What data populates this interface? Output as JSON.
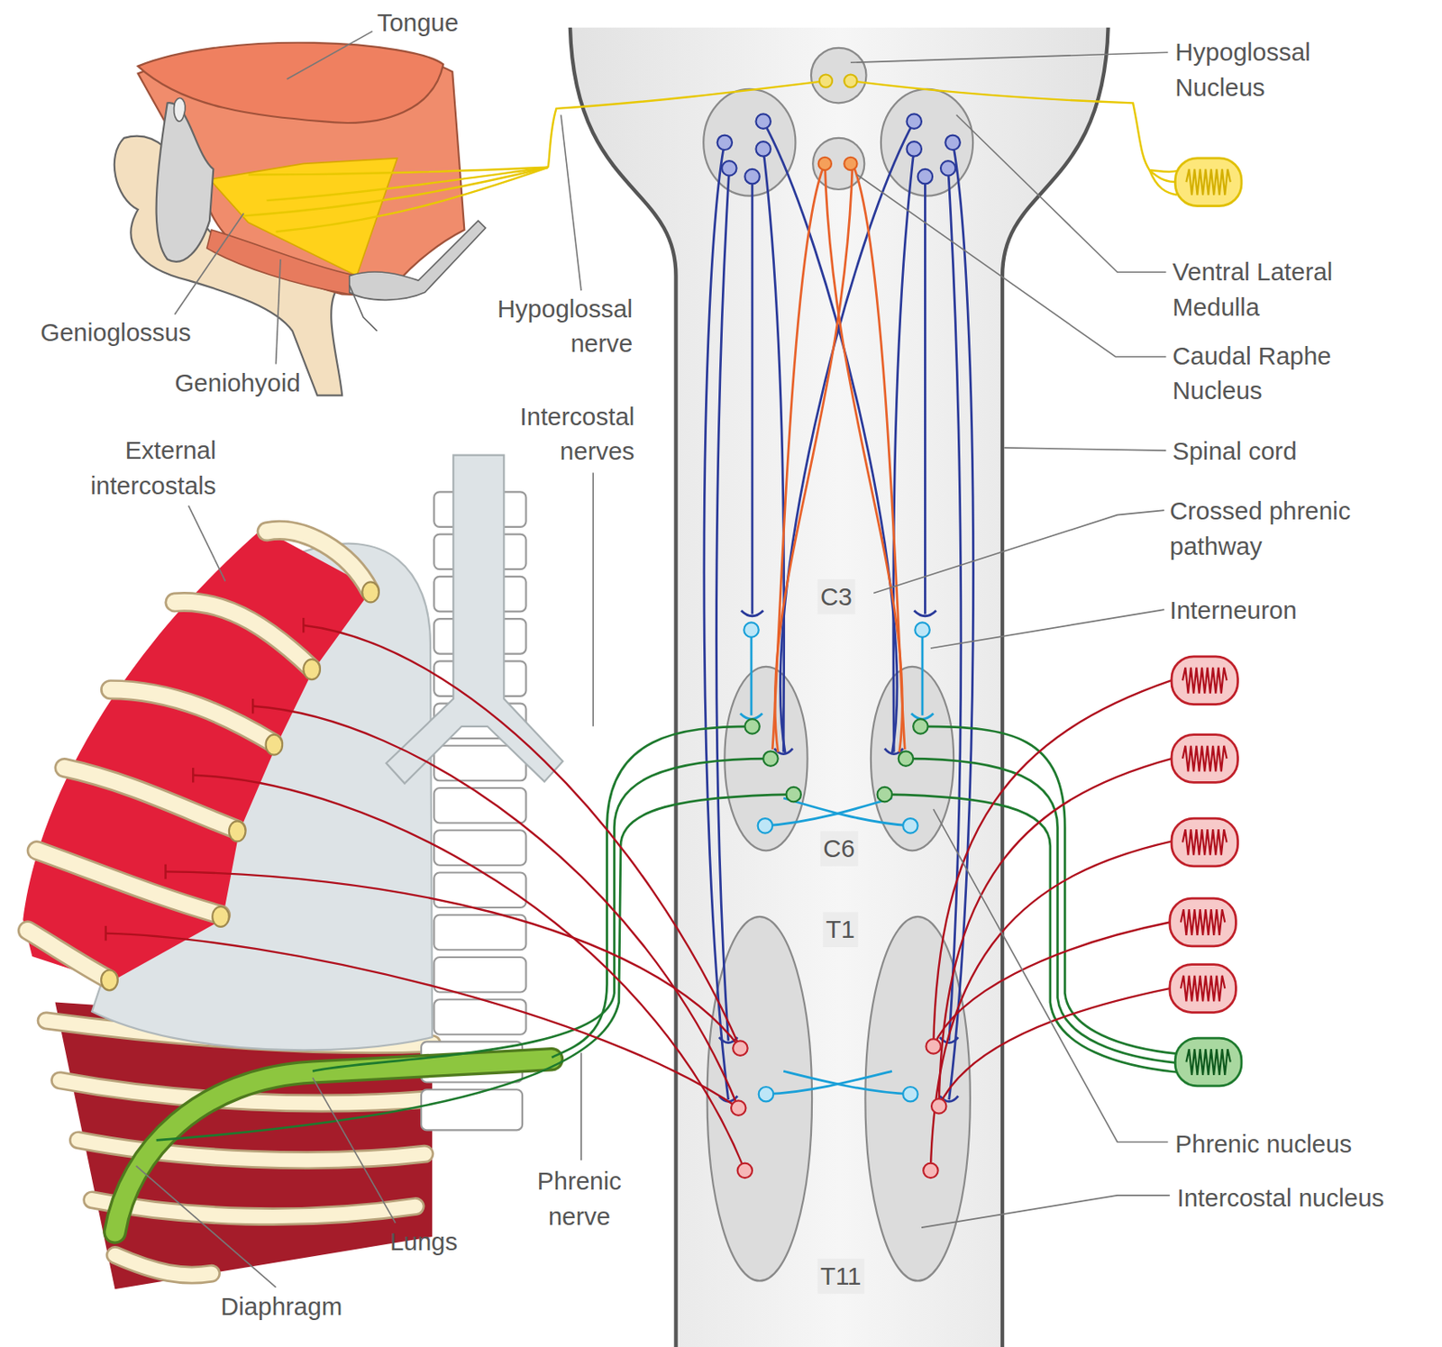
{
  "diagram": {
    "labels": [
      "Tongue",
      "Hypoglossal Nucleus",
      "Hypoglossal nerve",
      "Genioglossus",
      "Geniohyoid",
      "Ventral Lateral Medulla",
      "Caudal Raphe Nucleus",
      "Intercostal nerves",
      "External intercostals",
      "Spinal cord",
      "Crossed phrenic pathway",
      "C3",
      "Interneuron",
      "C6",
      "T1",
      "Phrenic nucleus",
      "Phrenic nerve",
      "Intercostal nucleus",
      "Lungs",
      "T11",
      "Diaphragm"
    ]
  }
}
